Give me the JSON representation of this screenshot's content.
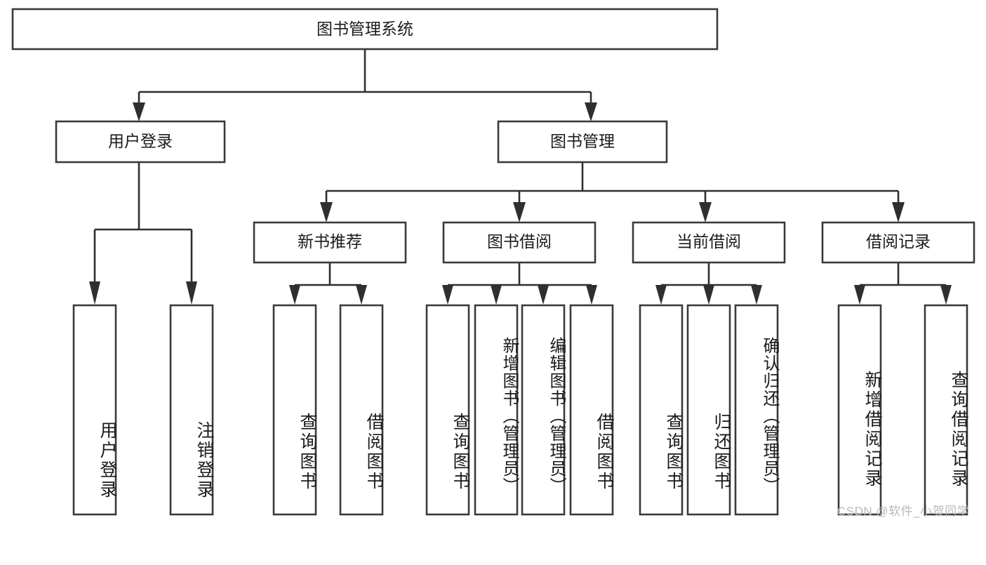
{
  "diagram": {
    "type": "tree-hierarchy",
    "title": "图书管理系统",
    "orientation": "top-down",
    "watermark": "CSDN @软件_小贺同学",
    "colors": {
      "box_stroke": "#3a3a3a",
      "box_fill": "#ffffff",
      "connector": "#2f2f2f",
      "text": "#1b1b1b",
      "watermark": "#b9b9b9",
      "background": "#ffffff"
    },
    "root": {
      "label": "图书管理系统",
      "children": [
        {
          "label": "用户登录",
          "children": [
            {
              "label": "用户登录"
            },
            {
              "label": "注销登录"
            }
          ]
        },
        {
          "label": "图书管理",
          "children": [
            {
              "label": "新书推荐",
              "children": [
                {
                  "label": "查询图书"
                },
                {
                  "label": "借阅图书"
                }
              ]
            },
            {
              "label": "图书借阅",
              "children": [
                {
                  "label": "查询图书"
                },
                {
                  "label": "新增图书（管理员）"
                },
                {
                  "label": "编辑图书（管理员）"
                },
                {
                  "label": "借阅图书"
                }
              ]
            },
            {
              "label": "当前借阅",
              "children": [
                {
                  "label": "查询图书"
                },
                {
                  "label": "归还图书"
                },
                {
                  "label": "确认归还（管理员）"
                }
              ]
            },
            {
              "label": "借阅记录",
              "children": [
                {
                  "label": "新增借阅记录"
                },
                {
                  "label": "查询借阅记录"
                }
              ]
            }
          ]
        }
      ]
    },
    "nodes": {
      "root": {
        "label": "图书管理系统"
      },
      "l1": [
        {
          "label": "用户登录"
        },
        {
          "label": "图书管理"
        }
      ],
      "l2": [
        {
          "label": "新书推荐"
        },
        {
          "label": "图书借阅"
        },
        {
          "label": "当前借阅"
        },
        {
          "label": "借阅记录"
        }
      ],
      "leaves": [
        {
          "label": "用户登录"
        },
        {
          "label": "注销登录"
        },
        {
          "label": "查询图书"
        },
        {
          "label": "借阅图书"
        },
        {
          "label": "查询图书"
        },
        {
          "label": "新增图书（管理员）"
        },
        {
          "label": "编辑图书（管理员）"
        },
        {
          "label": "借阅图书"
        },
        {
          "label": "查询图书"
        },
        {
          "label": "归还图书"
        },
        {
          "label": "确认归还（管理员）"
        },
        {
          "label": "新增借阅记录"
        },
        {
          "label": "查询借阅记录"
        }
      ]
    }
  }
}
